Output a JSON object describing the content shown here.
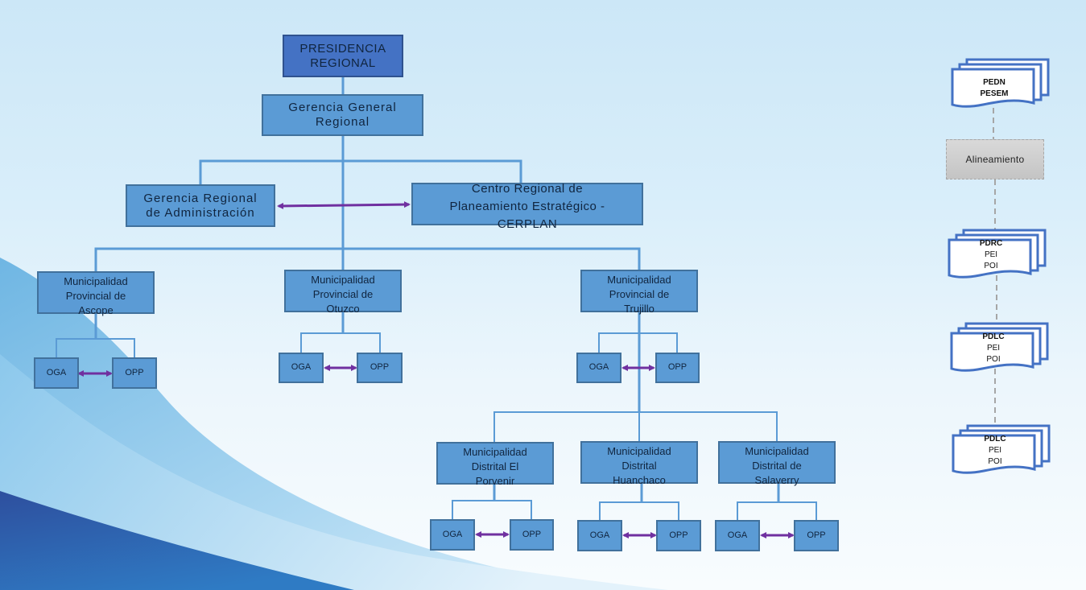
{
  "colors": {
    "box_fill": "#5b9bd5",
    "box_border": "#41719c",
    "top_box_fill": "#4472c4",
    "connector": "#5b9bd5",
    "arrow": "#7030a0",
    "doc_border": "#4472c4",
    "alignment_fill": "#d0d0d0"
  },
  "org": {
    "presidencia": "PRESIDENCIA\nREGIONAL",
    "gerencia_general": "Gerencia General\nRegional",
    "gerencia_admin": "Gerencia Regional\nde Administración",
    "cerplan": "Centro Regional de\nPlaneamiento Estratégico -\nCERPLAN",
    "provinciales": [
      {
        "name": "Municipalidad\nProvincial de\nAscope",
        "oga": "OGA",
        "opp": "OPP"
      },
      {
        "name": "Municipalidad\nProvincial de\nOtuzco",
        "oga": "OGA",
        "opp": "OPP"
      },
      {
        "name": "Municipalidad\nProvincial de\nTrujillo",
        "oga": "OGA",
        "opp": "OPP"
      }
    ],
    "distritales": [
      {
        "name": "Municipalidad\nDistrital El\nPorvenir",
        "oga": "OGA",
        "opp": "OPP"
      },
      {
        "name": "Municipalidad\nDistrital\nHuanchaco",
        "oga": "OGA",
        "opp": "OPP"
      },
      {
        "name": "Municipalidad\nDistrital de\nSalaverry",
        "oga": "OGA",
        "opp": "OPP"
      }
    ]
  },
  "planning": {
    "docs": [
      {
        "title": "PEDN",
        "lines": [
          "PESEM"
        ],
        "title_bold": true,
        "lines_bold": true
      },
      {
        "title": "PDRC",
        "lines": [
          "PEI",
          "POI"
        ]
      },
      {
        "title": "PDLC",
        "lines": [
          "PEI",
          "POI"
        ]
      },
      {
        "title": "PDLC",
        "lines": [
          "PEI",
          "POI"
        ]
      }
    ],
    "alignment_label": "Alineamiento"
  }
}
